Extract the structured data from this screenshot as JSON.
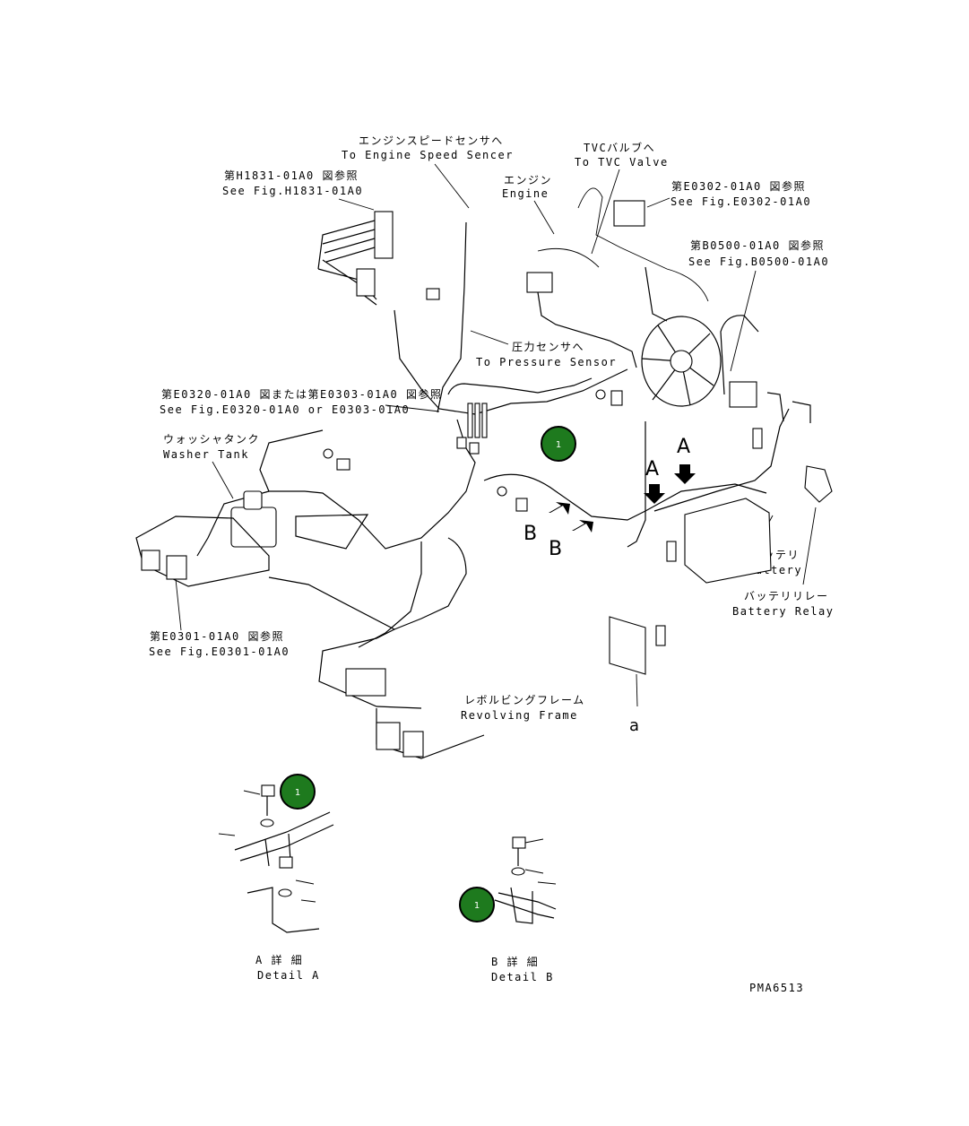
{
  "labels": {
    "engine_speed_jp": "エンジンスピードセンサへ",
    "engine_speed_en": "To Engine Speed Sencer",
    "tvc_jp": "TVCバルブへ",
    "tvc_en": "To TVC Valve",
    "engine_jp": "エンジン",
    "engine_en": "Engine",
    "fig_h1831_jp": "第H1831-01A0 図参照",
    "fig_h1831_en": "See Fig.H1831-01A0",
    "fig_e0302_jp": "第E0302-01A0 図参照",
    "fig_e0302_en": "See Fig.E0302-01A0",
    "fig_b0500_jp": "第B0500-01A0 図参照",
    "fig_b0500_en": "See Fig.B0500-01A0",
    "pressure_jp": "圧力センサへ",
    "pressure_en": "To Pressure Sensor",
    "fig_e0320_jp": "第E0320-01A0 図または第E0303-01A0 図参照",
    "fig_e0320_en": "See Fig.E0320-01A0 or E0303-01A0",
    "washer_jp": "ウォッシャタンク",
    "washer_en": "Washer Tank",
    "battery_jp": "バッテリ",
    "battery_en": "Battery",
    "relay_jp": "バッテリリレー",
    "relay_en": "Battery Relay",
    "fig_e0301_jp": "第E0301-01A0 図参照",
    "fig_e0301_en": "See Fig.E0301-01A0",
    "frame_jp": "レボルビングフレーム",
    "frame_en": "Revolving Frame",
    "detail_a_jp": "A 詳 細",
    "detail_a_en": "Detail A",
    "detail_b_jp": "B 詳 細",
    "detail_b_en": "Detail B",
    "code": "PMA6513",
    "letter_a": "A",
    "letter_b": "B",
    "letter_small_a": "a"
  },
  "callouts": [
    {
      "number": "1"
    },
    {
      "number": "1"
    },
    {
      "number": "1"
    }
  ],
  "colors": {
    "callout_fill": "#1e7a1e",
    "line": "#000000"
  }
}
